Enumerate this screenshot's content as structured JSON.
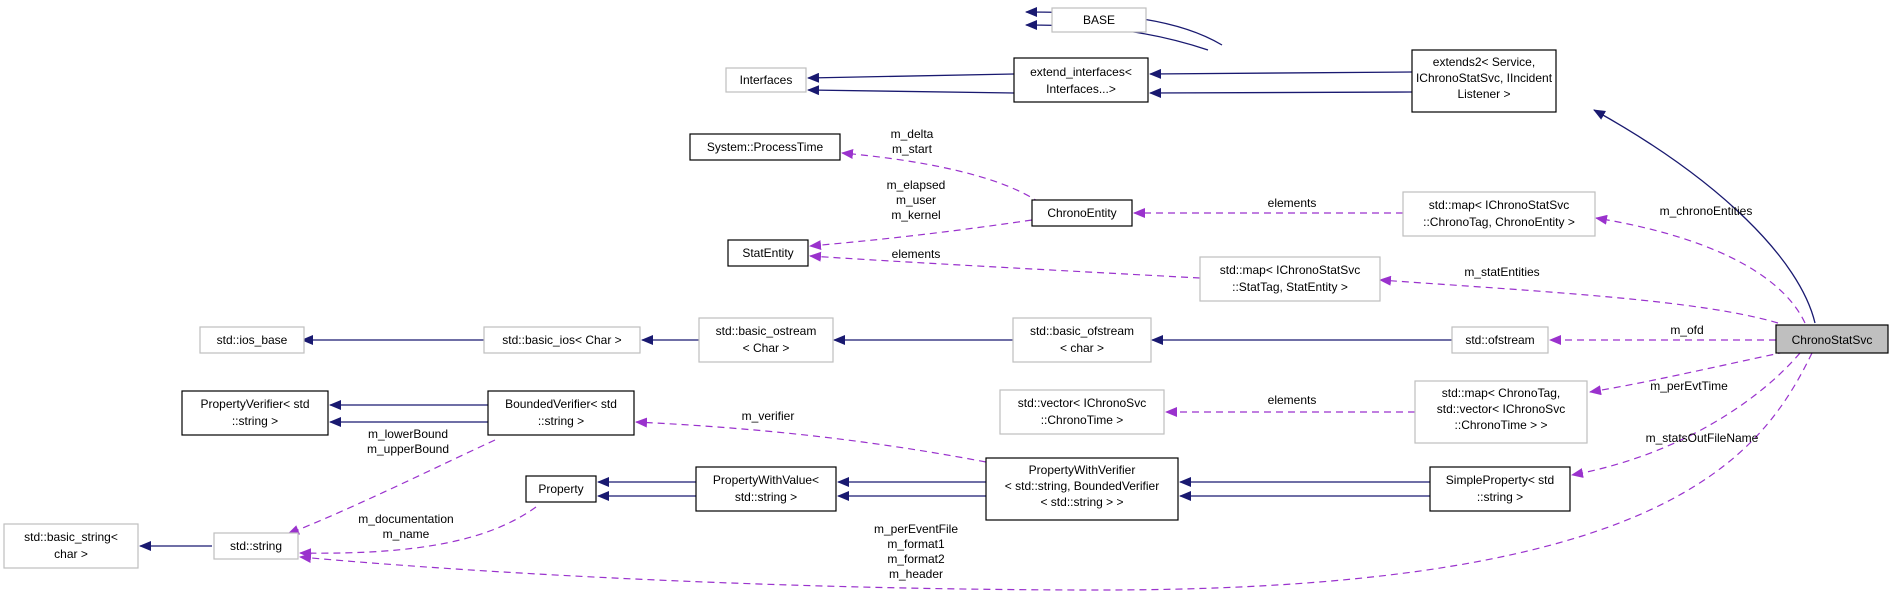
{
  "colors": {
    "inheritance_edge": "#191970",
    "usage_edge": "#9a32cd",
    "focus_fill": "#bfbfbf",
    "external_border": "#bfbfbf"
  },
  "nodes": {
    "base": "BASE",
    "interfaces": "Interfaces",
    "extend_interfaces": [
      "extend_interfaces<",
      "Interfaces...>"
    ],
    "extends2": [
      "extends2< Service,",
      "IChronoStatSvc, IIncident",
      "Listener >"
    ],
    "process_time": "System::ProcessTime",
    "chrono_entity": "ChronoEntity",
    "map_chrono": [
      "std::map< IChronoStatSvc",
      "::ChronoTag, ChronoEntity >"
    ],
    "stat_entity": "StatEntity",
    "map_stat": [
      "std::map< IChronoStatSvc",
      "::StatTag, StatEntity >"
    ],
    "ios_base": "std::ios_base",
    "basic_ios": "std::basic_ios< Char >",
    "basic_ostream": [
      "std::basic_ostream",
      "< Char >"
    ],
    "basic_ofstream": [
      "std::basic_ofstream",
      "< char >"
    ],
    "ofstream": "std::ofstream",
    "chrono_stat_svc": "ChronoStatSvc",
    "vector_chrono": [
      "std::vector< IChronoSvc",
      "::ChronoTime >"
    ],
    "map_chrono_tag": [
      "std::map< ChronoTag,",
      "std::vector< IChronoSvc",
      "::ChronoTime > >"
    ],
    "property_verifier": [
      "PropertyVerifier< std",
      "::string >"
    ],
    "bounded_verifier": [
      "BoundedVerifier< std",
      "::string >"
    ],
    "property": "Property",
    "property_with_value": [
      "PropertyWithValue<",
      "std::string >"
    ],
    "property_with_verifier": [
      "PropertyWithVerifier",
      "< std::string, BoundedVerifier",
      "< std::string > >"
    ],
    "simple_property": [
      "SimpleProperty< std",
      "::string >"
    ],
    "basic_string": [
      "std::basic_string<",
      "char >"
    ],
    "std_string": "std::string"
  },
  "edge_labels": {
    "delta_start": [
      "m_delta",
      "m_start"
    ],
    "elapsed_user_kernel": [
      "m_elapsed",
      "m_user",
      "m_kernel"
    ],
    "chrono_elements": "elements",
    "stat_elements": "elements",
    "chrono_entities": "m_chronoEntities",
    "stat_entities": "m_statEntities",
    "ofd": "m_ofd",
    "per_evt_time": "m_perEvtTime",
    "vector_elements": "elements",
    "stats_out_file_name": "m_statsOutFileName",
    "verifier": "m_verifier",
    "bounds": [
      "m_lowerBound",
      "m_upperBound"
    ],
    "doc_name": [
      "m_documentation",
      "m_name"
    ],
    "string_members": [
      "m_perEventFile",
      "m_format1",
      "m_format2",
      "m_header"
    ]
  }
}
